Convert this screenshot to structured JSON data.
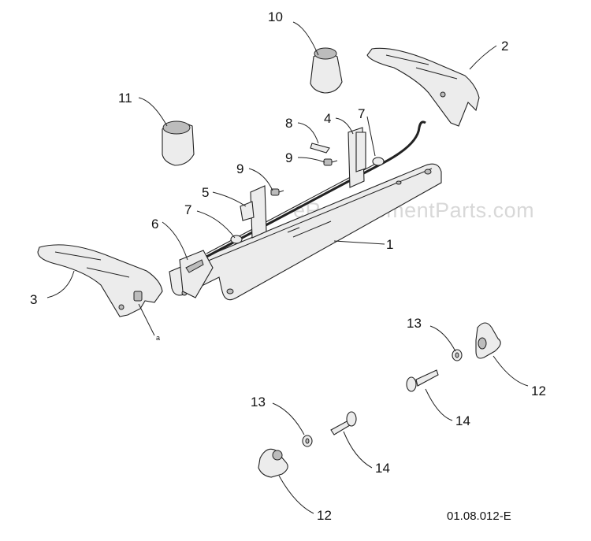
{
  "diagram": {
    "watermark": "eReplacementParts.com",
    "drawing_code": "01.08.012-E",
    "small_mark": "a",
    "callouts": {
      "c1": "1",
      "c2": "2",
      "c3": "3",
      "c4": "4",
      "c5": "5",
      "c6": "6",
      "c7a": "7",
      "c7b": "7",
      "c8": "8",
      "c9a": "9",
      "c9b": "9",
      "c10": "10",
      "c11": "11",
      "c12a": "12",
      "c12b": "12",
      "c13a": "13",
      "c13b": "13",
      "c14a": "14",
      "c14b": "14"
    }
  }
}
